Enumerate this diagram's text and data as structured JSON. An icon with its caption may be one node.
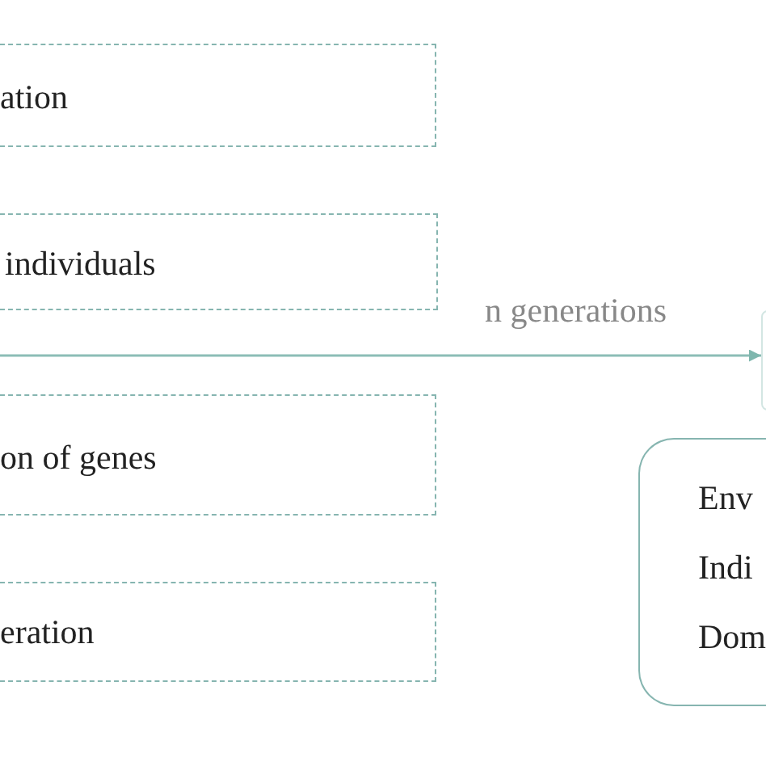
{
  "diagram": {
    "nodes": [
      {
        "text": [
          "ation"
        ]
      },
      {
        "text": [
          "individuals"
        ]
      },
      {
        "text": [
          "on of genes"
        ]
      },
      {
        "text": [
          "eration"
        ]
      },
      {
        "text": [],
        "shape": "box"
      },
      {
        "text": [
          "Env",
          "Indi",
          "Dom"
        ]
      }
    ],
    "edges": [
      {
        "from": null,
        "to": 4,
        "arrow": "to",
        "label": "n generations"
      }
    ]
  }
}
